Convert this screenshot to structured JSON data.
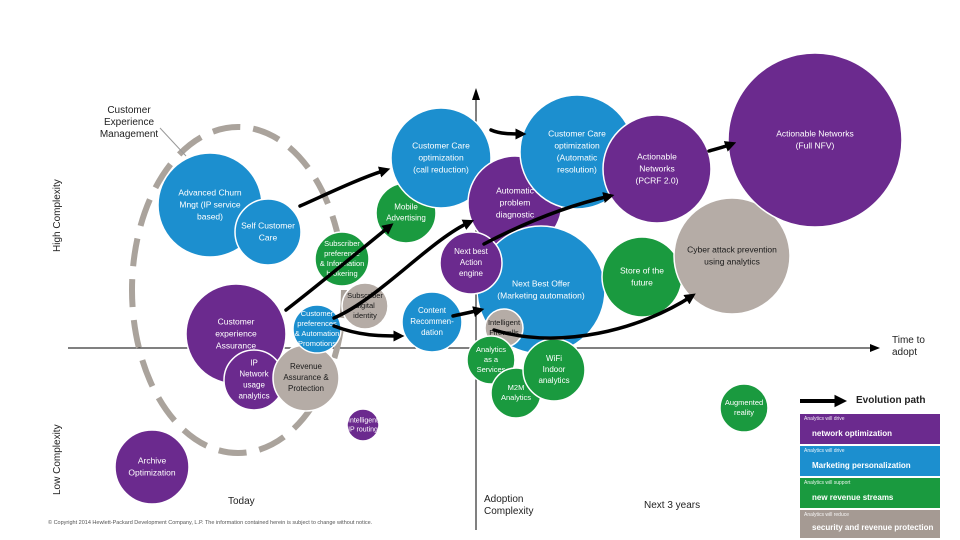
{
  "diagram": {
    "cem_label": [
      "Customer",
      "Experience",
      "Management"
    ],
    "axes": {
      "y_high": "High Complexity",
      "y_low": "Low Complexity",
      "x_time": [
        "Time to",
        "adopt"
      ],
      "adoption": [
        "Adoption",
        "Complexity"
      ],
      "today": "Today",
      "next3": "Next 3 years"
    },
    "copyright": "© Copyright 2014 Hewlett-Packard Development Company, L.P. The information contained herein is subject to change without notice.",
    "colors": {
      "purple": "#6b2a8e",
      "blue": "#1c8fcf",
      "green": "#1a9a3f",
      "gray": "#b5aca6",
      "dash": "#aaa39c"
    },
    "bubbles": [
      {
        "id": "advanced-churn",
        "color": "blue",
        "lines": [
          "Advanced Churn",
          "Mngt (IP service",
          "based)"
        ]
      },
      {
        "id": "self-customer-care",
        "color": "blue",
        "lines": [
          "Self Customer",
          "Care"
        ]
      },
      {
        "id": "customer-experience-assurance",
        "color": "purple",
        "lines": [
          "Customer",
          "experience",
          "Assurance"
        ]
      },
      {
        "id": "ip-network-usage",
        "color": "purple",
        "lines": [
          "IP",
          "Network",
          "usage",
          "analytics"
        ]
      },
      {
        "id": "revenue-assurance",
        "color": "gray",
        "lines": [
          "Revenue",
          "Assurance &",
          "Protection"
        ]
      },
      {
        "id": "customer-preferences",
        "color": "blue",
        "lines": [
          "Customer",
          "preferences",
          "& Automation",
          "Promotions"
        ]
      },
      {
        "id": "subscriber-preference",
        "color": "green",
        "lines": [
          "Subscriber",
          "preference",
          "& Information",
          "brokering"
        ]
      },
      {
        "id": "subscriber-digital-identity",
        "color": "gray",
        "lines": [
          "Subscriber",
          "digital",
          "identity"
        ]
      },
      {
        "id": "intelligent-ip-routing",
        "color": "purple",
        "lines": [
          "Intelligent",
          "IP routing"
        ]
      },
      {
        "id": "archive-optimization",
        "color": "purple",
        "lines": [
          "Archive",
          "Optimization"
        ]
      },
      {
        "id": "mobile-advertising",
        "color": "green",
        "lines": [
          "Mobile",
          "Advertising"
        ]
      },
      {
        "id": "content-recommendation",
        "color": "blue",
        "lines": [
          "Content",
          "Recommen-",
          "dation"
        ]
      },
      {
        "id": "customer-care-optimization",
        "color": "blue",
        "lines": [
          "Customer Care",
          "optimization",
          "(call reduction)"
        ]
      },
      {
        "id": "automatic-problem-diagnostic",
        "color": "purple",
        "lines": [
          "Automatic",
          "problem",
          "diagnostic"
        ]
      },
      {
        "id": "next-best-offer",
        "color": "blue",
        "lines": [
          "Next Best Offer",
          "(Marketing automation)"
        ]
      },
      {
        "id": "next-best-action",
        "color": "purple",
        "lines": [
          "Next best",
          "Action",
          "engine"
        ]
      },
      {
        "id": "intelligent-firewalls",
        "color": "gray",
        "lines": [
          "Intelligent",
          "Firewalls"
        ]
      },
      {
        "id": "analytics-as-services",
        "color": "green",
        "lines": [
          "Analytics",
          "as a",
          "Services"
        ]
      },
      {
        "id": "m2m-analytics",
        "color": "green",
        "lines": [
          "M2M",
          "Analytics"
        ]
      },
      {
        "id": "wifi-indoor-analytics",
        "color": "green",
        "lines": [
          "WiFi",
          "Indoor",
          "analytics"
        ]
      },
      {
        "id": "customer-care-automatic-resolution",
        "color": "blue",
        "lines": [
          "Customer Care",
          "optimization",
          "(Automatic",
          "resolution)"
        ]
      },
      {
        "id": "actionable-networks-pcrf",
        "color": "purple",
        "lines": [
          "Actionable",
          "Networks",
          "(PCRF 2.0)"
        ]
      },
      {
        "id": "store-of-the-future",
        "color": "green",
        "lines": [
          "Store of the",
          "future"
        ]
      },
      {
        "id": "cyber-attack-prevention",
        "color": "gray",
        "lines": [
          "Cyber attack prevention",
          "using analytics"
        ]
      },
      {
        "id": "actionable-networks-nfv",
        "color": "purple",
        "lines": [
          "Actionable Networks",
          "(Full NFV)"
        ]
      },
      {
        "id": "augmented-reality",
        "color": "green",
        "lines": [
          "Augmented",
          "reality"
        ]
      }
    ]
  },
  "legend": {
    "evolution_path": "Evolution path",
    "items": [
      {
        "small": "Analytics will drive",
        "main": "network optimization",
        "color": "#6b2a8e"
      },
      {
        "small": "Analytics will drive",
        "main": "Marketing personalization",
        "color": "#1c8fcf"
      },
      {
        "small": "Analytics will support",
        "main": "new revenue streams",
        "color": "#1a9a3f"
      },
      {
        "small": "Analytics will reduce",
        "main": "security and revenue protection",
        "color": "#a59a93"
      }
    ]
  }
}
